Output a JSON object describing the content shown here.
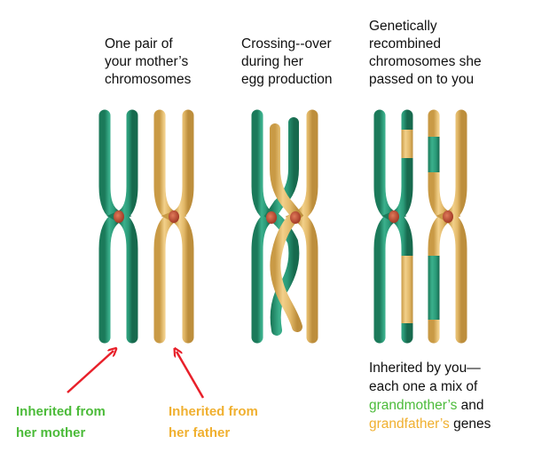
{
  "colors": {
    "maternal": "#2a9a78",
    "maternal_dark": "#1d7a5c",
    "paternal": "#e2b868",
    "paternal_dark": "#c99a45",
    "centromere": "#c0533a",
    "arrow": "#e8202a",
    "label_green": "#4cbb3a",
    "label_orange": "#f0b030",
    "text": "#111111"
  },
  "captions": {
    "panel1": [
      "One pair of",
      "your mother’s",
      "chromosomes"
    ],
    "panel2": [
      "Crossing--over",
      "during her",
      "egg production"
    ],
    "panel3": [
      "Genetically",
      "recombined",
      "chromosomes she",
      "passed on to you"
    ]
  },
  "labels": {
    "from_mother": [
      "Inherited from",
      "her mother"
    ],
    "from_father": [
      "Inherited from",
      "her father"
    ]
  },
  "inherited_note": {
    "line1": "Inherited by  you—",
    "line2": "each one a mix of",
    "grandmother": "grandmother’s",
    "and": " and",
    "grandfather": "grandfather’s",
    "genes": " genes"
  },
  "panels": [
    {
      "name": "original-pair",
      "description": "maternal and paternal homologous chromosomes"
    },
    {
      "name": "crossing-over",
      "description": "chromatids crossing over"
    },
    {
      "name": "recombined",
      "description": "recombined chromosomes"
    }
  ]
}
